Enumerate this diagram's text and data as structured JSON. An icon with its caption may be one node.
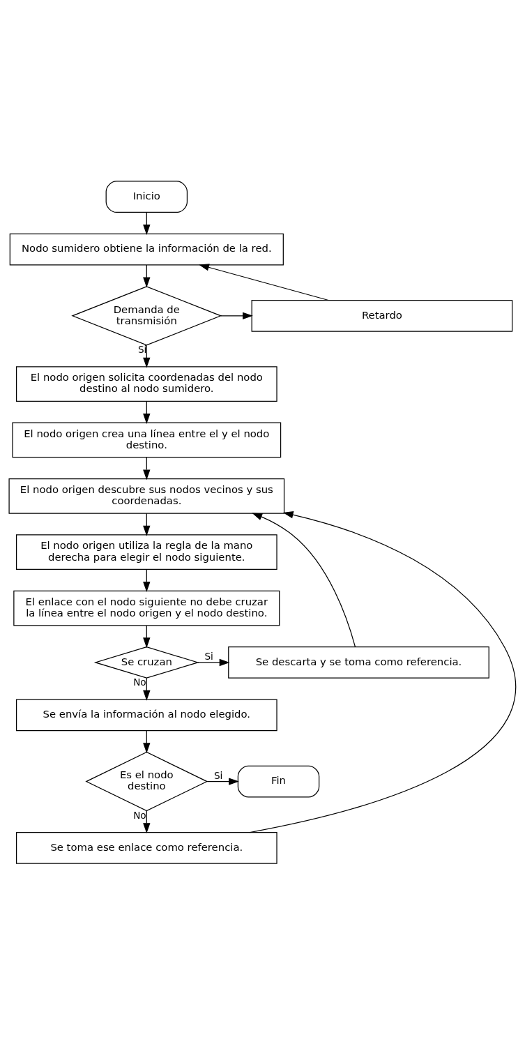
{
  "diagram": {
    "nodes": [
      {
        "text": [
          "Inicio"
        ]
      },
      {
        "text": [
          "Nodo sumidero obtiene la información de la red."
        ]
      },
      {
        "text": [
          "Demanda de transmisión"
        ]
      },
      {
        "text": [
          "Retardo"
        ]
      },
      {
        "text": [
          "El nodo origen solicita coordenadas del nodo destino al nodo sumidero."
        ]
      },
      {
        "text": [
          "El nodo origen crea una línea entre el y el nodo destino."
        ]
      },
      {
        "text": [
          "El nodo origen descubre sus nodos vecinos y sus coordenadas."
        ]
      },
      {
        "text": [
          "El nodo origen utiliza la regla de la mano derecha para elegir el nodo siguiente."
        ]
      },
      {
        "text": [
          "El enlace con el nodo siguiente no debe cruzar la línea entre el nodo origen y el nodo destino."
        ]
      },
      {
        "text": [
          "Se cruzan"
        ]
      },
      {
        "text": [
          "Se descarta y se toma como referencia."
        ]
      },
      {
        "text": [
          "Se envía la información al nodo elegido."
        ]
      },
      {
        "text": [
          "Es el nodo destino"
        ]
      },
      {
        "text": [
          "Fin"
        ]
      },
      {
        "text": [
          "Se toma ese enlace como referencia."
        ]
      }
    ],
    "edges": [
      {
        "from": 0,
        "to": 1,
        "arrow": "to"
      },
      {
        "from": 1,
        "to": 2,
        "arrow": "to"
      },
      {
        "from": 2,
        "to": 3,
        "arrow": "to"
      },
      {
        "from": 3,
        "to": 1,
        "arrow": "to"
      },
      {
        "from": 2,
        "to": 4,
        "arrow": "to",
        "label": "Si"
      },
      {
        "from": 4,
        "to": 5,
        "arrow": "to"
      },
      {
        "from": 5,
        "to": 6,
        "arrow": "to"
      },
      {
        "from": 6,
        "to": 7,
        "arrow": "to"
      },
      {
        "from": 7,
        "to": 8,
        "arrow": "to"
      },
      {
        "from": 8,
        "to": 9,
        "arrow": "to"
      },
      {
        "from": 9,
        "to": 10,
        "arrow": "to",
        "label": "Si"
      },
      {
        "from": 10,
        "to": 6,
        "arrow": "to"
      },
      {
        "from": 9,
        "to": 11,
        "arrow": "to",
        "label": "No"
      },
      {
        "from": 11,
        "to": 12,
        "arrow": "to"
      },
      {
        "from": 12,
        "to": 13,
        "arrow": "to",
        "label": "Si"
      },
      {
        "from": 12,
        "to": 14,
        "arrow": "to",
        "label": "No"
      },
      {
        "from": 14,
        "to": 6,
        "arrow": "to"
      }
    ]
  }
}
